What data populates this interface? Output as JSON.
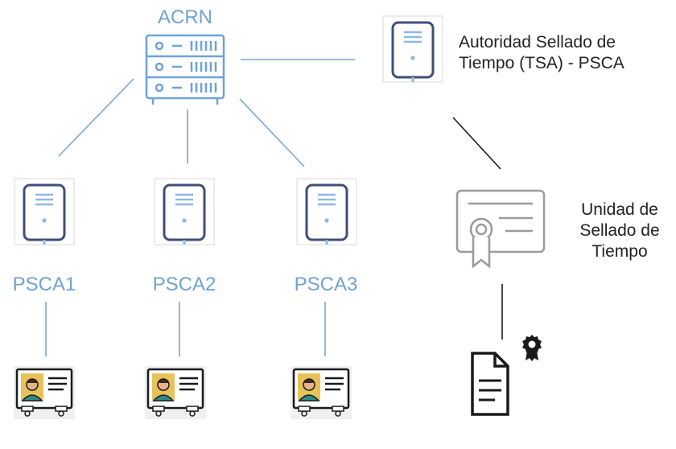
{
  "root": {
    "label": "ACRN",
    "icon": "server-rack-icon"
  },
  "tsa": {
    "label_line1": "Autoridad Sellado de",
    "label_line2": "Tiempo (TSA) - PSCA",
    "icon": "server-tower-icon"
  },
  "psca": [
    {
      "label": "PSCA1",
      "icon": "server-tower-icon",
      "card_icon": "id-card-icon"
    },
    {
      "label": "PSCA2",
      "icon": "server-tower-icon",
      "card_icon": "id-card-icon"
    },
    {
      "label": "PSCA3",
      "icon": "server-tower-icon",
      "card_icon": "id-card-icon"
    }
  ],
  "stamp_unit": {
    "label_line1": "Unidad de",
    "label_line2": "Sellado de",
    "label_line3": "Tiempo",
    "icon": "certificate-icon"
  },
  "signed_document": {
    "icon": "document-icon",
    "badge_icon": "award-badge-icon"
  },
  "colors": {
    "accent": "#6fa2d6",
    "connector": "#7aa6cf",
    "dark": "#1a1a1a",
    "gray": "#9a9a9a"
  }
}
